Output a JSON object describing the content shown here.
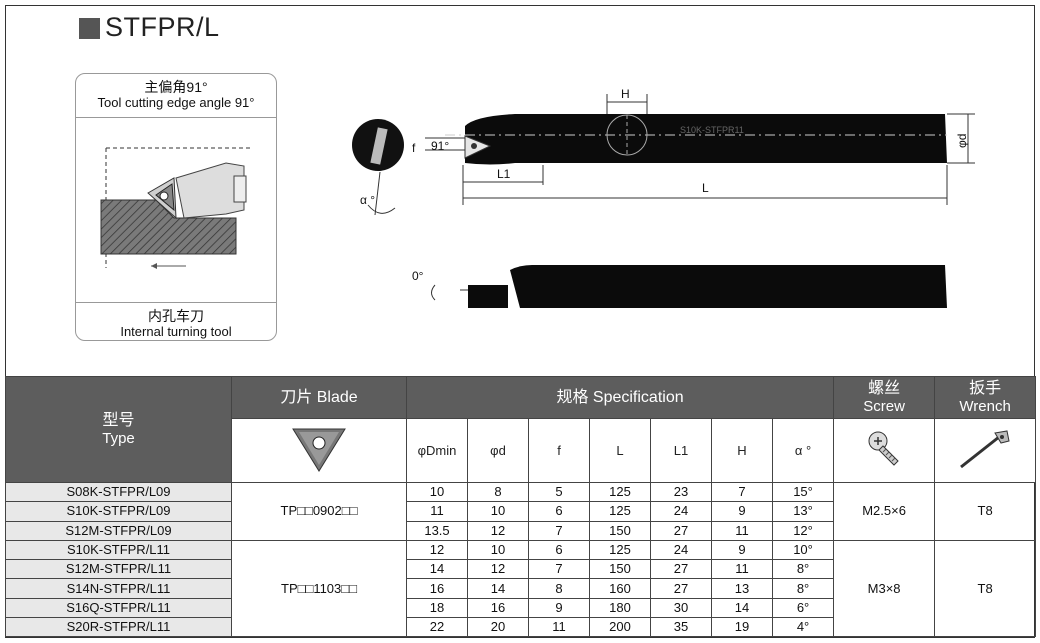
{
  "title": "STFPR/L",
  "illustration": {
    "top_cn": "主偏角91°",
    "top_en": "Tool cutting edge angle 91°",
    "bottom_cn": "内孔车刀",
    "bottom_en": "Internal turning tool"
  },
  "drawing_labels": {
    "angle_91": "91°",
    "f": "f",
    "alpha": "α °",
    "H": "H",
    "L1": "L1",
    "L": "L",
    "phi_d": "φd",
    "zero": "0°",
    "shank_marking": "S10K-STFPR11"
  },
  "table": {
    "header_type_cn": "型号",
    "header_type_en": "Type",
    "header_blade": "刀片 Blade",
    "header_spec": "规格 Specification",
    "header_screw_cn": "螺丝",
    "header_screw_en": "Screw",
    "header_wrench_cn": "扳手",
    "header_wrench_en": "Wrench",
    "columns": [
      "φDmin",
      "φd",
      "f",
      "L",
      "L1",
      "H",
      "α °"
    ],
    "group1": {
      "blade": "TP□□0902□□",
      "screw": "M2.5×6",
      "wrench": "T8",
      "rows": [
        [
          "S08K-STFPR/L09",
          "10",
          "8",
          "5",
          "125",
          "23",
          "7",
          "15°"
        ],
        [
          "S10K-STFPR/L09",
          "11",
          "10",
          "6",
          "125",
          "24",
          "9",
          "13°"
        ],
        [
          "S12M-STFPR/L09",
          "13.5",
          "12",
          "7",
          "150",
          "27",
          "11",
          "12°"
        ]
      ]
    },
    "group2": {
      "blade": "TP□□1103□□",
      "screw": "M3×8",
      "wrench": "T8",
      "rows": [
        [
          "S10K-STFPR/L11",
          "12",
          "10",
          "6",
          "125",
          "24",
          "9",
          "10°"
        ],
        [
          "S12M-STFPR/L11",
          "14",
          "12",
          "7",
          "150",
          "27",
          "11",
          "8°"
        ],
        [
          "S14N-STFPR/L11",
          "16",
          "14",
          "8",
          "160",
          "27",
          "13",
          "8°"
        ],
        [
          "S16Q-STFPR/L11",
          "18",
          "16",
          "9",
          "180",
          "30",
          "14",
          "6°"
        ],
        [
          "S20R-STFPR/L11",
          "22",
          "20",
          "11",
          "200",
          "35",
          "19",
          "4°"
        ]
      ]
    }
  }
}
